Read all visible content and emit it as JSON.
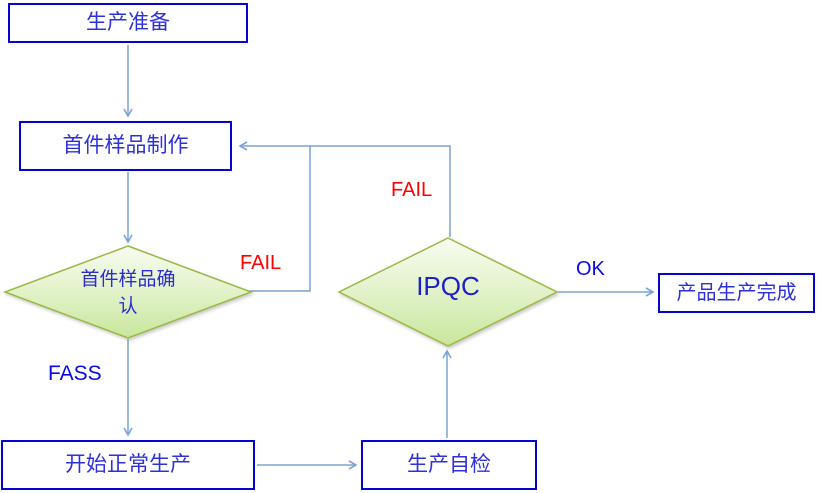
{
  "diagram": {
    "type": "flowchart",
    "nodes": {
      "prep": "生产准备",
      "first_sample": "首件样品制作",
      "first_confirm": "首件样品确\n认",
      "ipqc": "IPQC",
      "normal_prod": "开始正常生产",
      "self_check": "生产自检",
      "complete": "产品生产完成"
    },
    "edge_labels": {
      "confirm_fail": "FAIL",
      "ipqc_fail": "FAIL",
      "confirm_pass": "FASS",
      "ipqc_ok": "OK"
    },
    "colors": {
      "box_border": "#0404cf",
      "box_text": "#2e30da",
      "connector": "#7ba3d6",
      "diamond_border": "#9cb845",
      "diamond_fill_top": "#f7fcf0",
      "diamond_fill_bottom": "#c9e69c",
      "fail_label": "#fe0000",
      "pass_label": "#0a0ae8"
    },
    "flow": [
      "生产准备 → 首件样品制作 → 首件样品确认",
      "首件样品确认 —FAIL→ 首件样品制作",
      "首件样品确认 —FASS→ 开始正常生产 → 生产自检 → IPQC",
      "IPQC —FAIL→ 首件样品制作",
      "IPQC —OK→ 产品生产完成"
    ]
  }
}
